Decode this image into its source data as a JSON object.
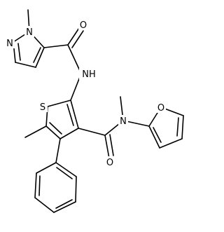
{
  "atoms": {
    "pyrazole_n_methyl": "N",
    "pyrazole_n2": "N",
    "amide1_oxygen": "O",
    "amide1_nh": "NH",
    "thiophene_sulfur": "S",
    "amide2_nitrogen": "N",
    "amide2_oxygen": "O",
    "furan_oxygen": "O"
  }
}
